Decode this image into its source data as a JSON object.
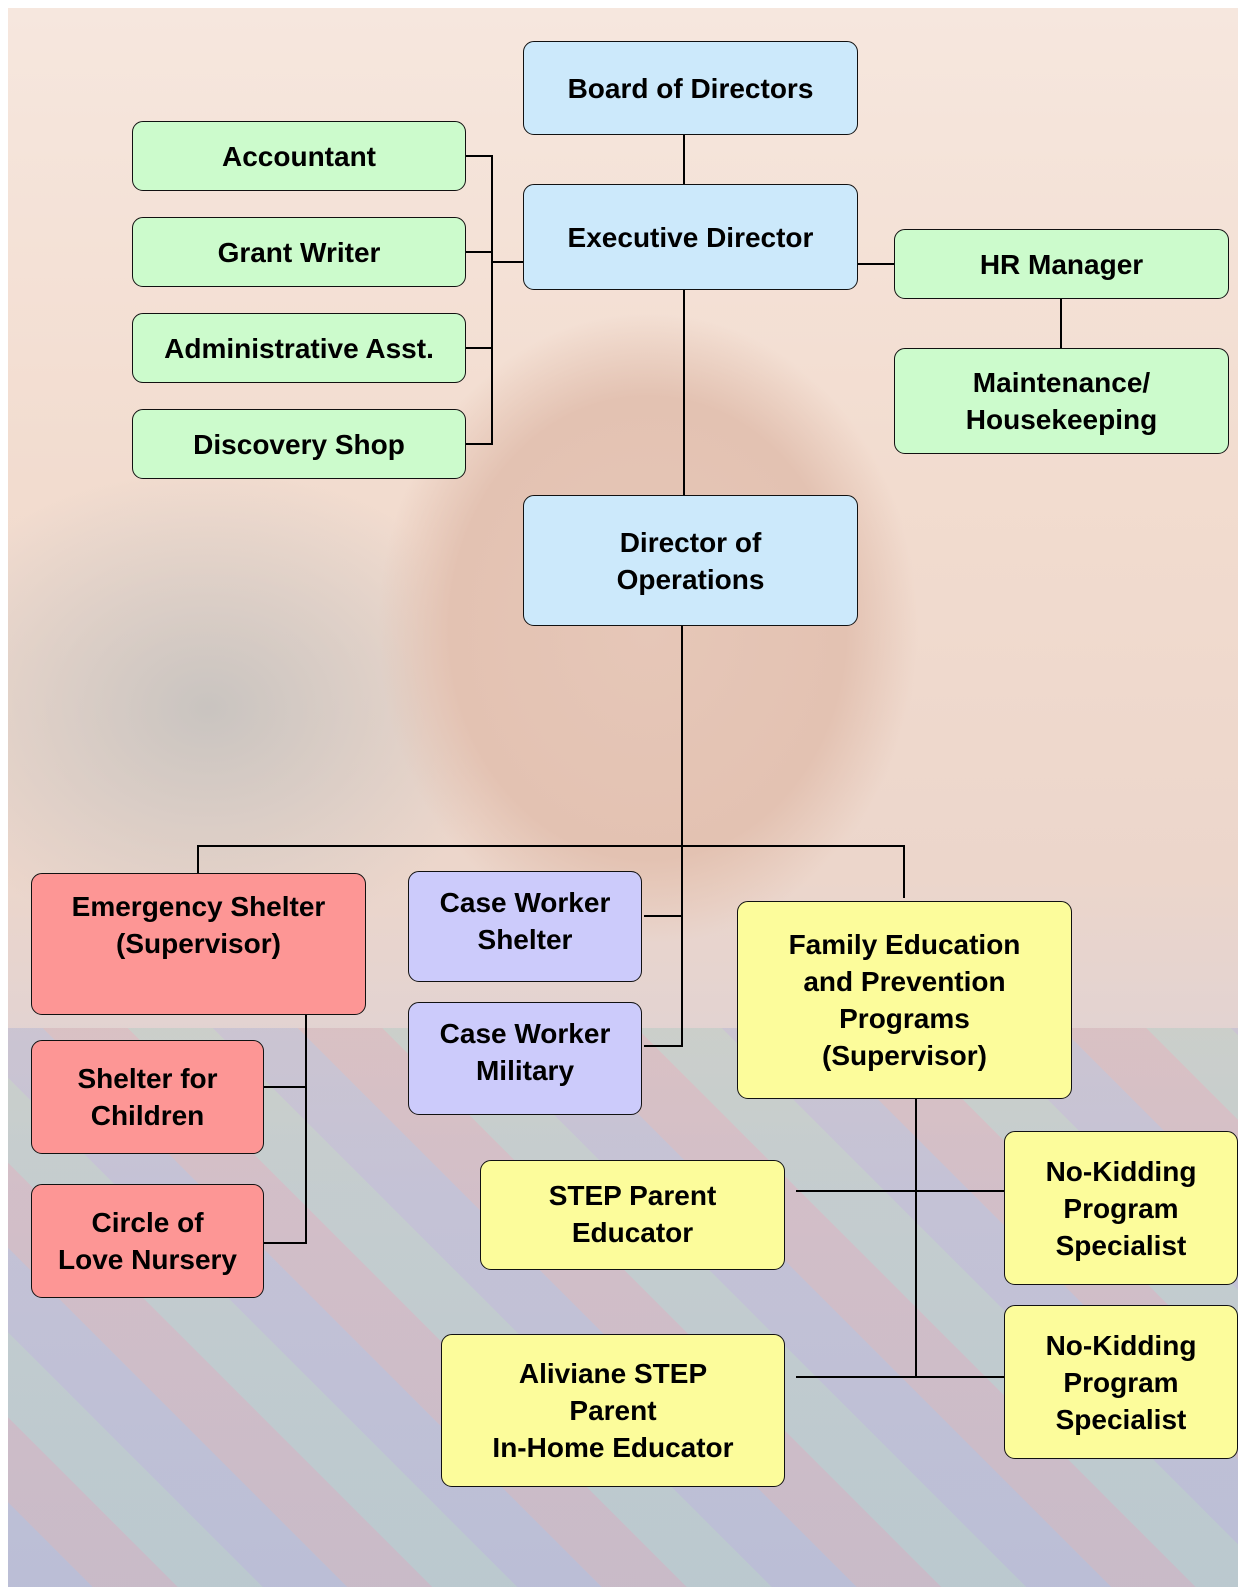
{
  "colors": {
    "executive": "#cce9fb",
    "admin_support": "#ccfbcc",
    "shelter": "#fd9695",
    "case_work": "#cccbfb",
    "family_programs": "#fcfc9b"
  },
  "nodes": {
    "board": "Board of Directors",
    "executive_director": "Executive Director",
    "accountant": "Accountant",
    "grant_writer": "Grant Writer",
    "admin_asst": "Administrative Asst.",
    "discovery_shop": "Discovery Shop",
    "hr_manager": "HR Manager",
    "maintenance": "Maintenance/\nHousekeeping",
    "director_ops": "Director of\nOperations",
    "emergency_shelter": "Emergency Shelter\n(Supervisor)",
    "shelter_children": "Shelter for\nChildren",
    "circle_love": "Circle of\nLove Nursery",
    "case_shelter": "Case Worker\nShelter",
    "case_military": "Case Worker\nMilitary",
    "family_ed": "Family Education\nand Prevention\nPrograms\n(Supervisor)",
    "step_parent": "STEP Parent\nEducator",
    "aliviane_step": "Aliviane STEP\nParent\nIn-Home Educator",
    "no_kidding_1": "No-Kidding\nProgram\nSpecialist",
    "no_kidding_2": "No-Kidding\nProgram\nSpecialist"
  }
}
